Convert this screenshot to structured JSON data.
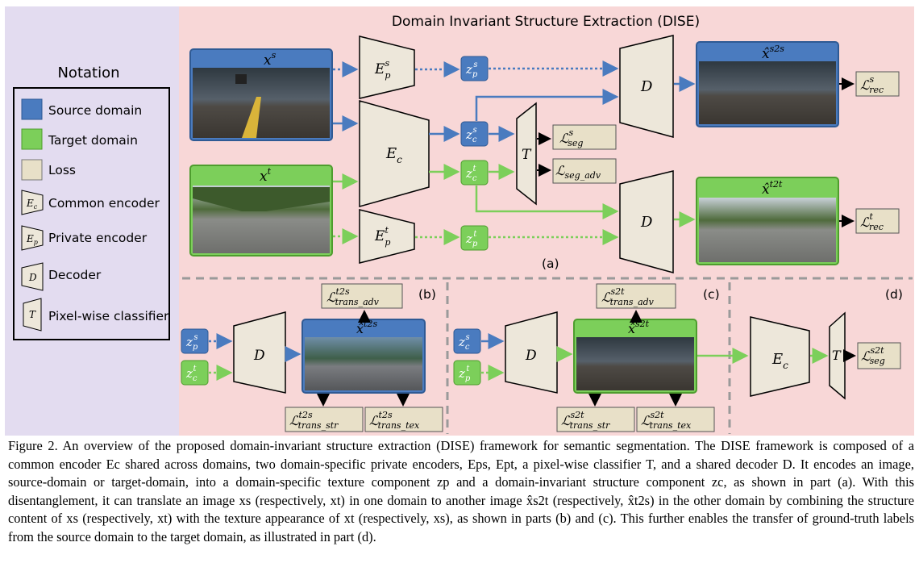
{
  "title": "Domain Invariant Structure Extraction (DISE)",
  "notation": {
    "heading": "Notation",
    "items": [
      {
        "label": "Source domain",
        "swatch": "#4a7bbf"
      },
      {
        "label": "Target  domain",
        "swatch": "#7ccf5a"
      },
      {
        "label": "Loss",
        "swatch": "#e8e0c8"
      },
      {
        "label": "Common encoder",
        "icon": "E_c"
      },
      {
        "label": "Private encoder",
        "icon": "E_p"
      },
      {
        "label": "Decoder",
        "icon": "D"
      },
      {
        "label": "Pixel-wise classifier",
        "icon": "T"
      }
    ]
  },
  "part_labels": {
    "a": "(a)",
    "b": "(b)",
    "c": "(c)",
    "d": "(d)"
  },
  "symbols": {
    "xs": "x",
    "xs_sup": "s",
    "xt": "x",
    "xt_sup": "t",
    "xhat_s2s": "x̂",
    "xhat_s2s_sup": "s2s",
    "xhat_t2t": "x̂",
    "xhat_t2t_sup": "t2t",
    "xhat_t2s": "x̂",
    "xhat_t2s_sup": "t2s",
    "xhat_s2t": "x̂",
    "xhat_s2t_sup": "s2t",
    "E": "E",
    "D": "D",
    "T": "T",
    "z": "z",
    "p": "p",
    "c": "c",
    "s": "s",
    "t": "t",
    "L": "ℒ"
  },
  "losses": {
    "seg": {
      "sup": "s",
      "sub": "seg"
    },
    "seg_adv": {
      "sup": "",
      "sub": "seg_adv"
    },
    "rec_s": {
      "sup": "s",
      "sub": "rec"
    },
    "rec_t": {
      "sup": "t",
      "sub": "rec"
    },
    "trans_adv_t2s": {
      "sup": "t2s",
      "sub": "trans_adv"
    },
    "trans_str_t2s": {
      "sup": "t2s",
      "sub": "trans_str"
    },
    "trans_tex_t2s": {
      "sup": "t2s",
      "sub": "trans_tex"
    },
    "trans_adv_s2t": {
      "sup": "s2t",
      "sub": "trans_adv"
    },
    "trans_str_s2t": {
      "sup": "s2t",
      "sub": "trans_str"
    },
    "trans_tex_s2t": {
      "sup": "s2t",
      "sub": "trans_tex"
    },
    "seg_s2t": {
      "sup": "s2t",
      "sub": "seg"
    }
  },
  "caption": "Figure 2. An overview of the proposed domain-invariant structure extraction (DISE) framework for semantic segmentation. The DISE framework is composed of a common encoder Ec shared across domains, two domain-specific private encoders, Eps, Ept, a pixel-wise classifier T, and a shared decoder D. It encodes an image, source-domain or target-domain, into a domain-specific texture component zp and a domain-invariant structure component zc, as shown in part (a). With this disentanglement, it can translate an image xs (respectively, xt) in one domain to another image x̂s2t (respectively, x̂t2s) in the other domain by combining the structure content of xs (respectively, xt) with the texture appearance of xt (respectively, xs), as shown in parts (b) and (c). This further enables the transfer of ground-truth labels from the source domain to the target domain, as illustrated in part (d).",
  "colors": {
    "source": "#4a7bbf",
    "target": "#7ccf5a",
    "loss": "#e8e0c8",
    "module": "#ede7da",
    "main_bg": "#f8d7d7",
    "notation_bg": "#e3dcf0"
  }
}
